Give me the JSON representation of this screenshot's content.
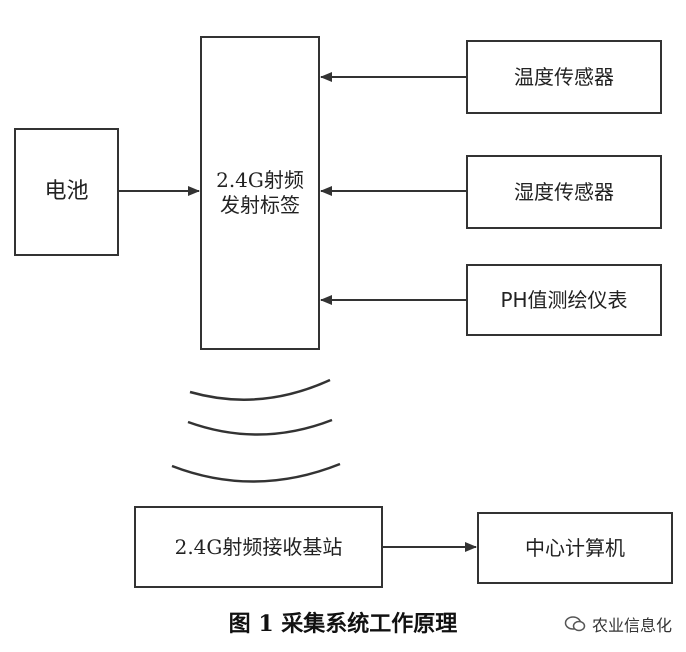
{
  "nodes": {
    "battery": "电池",
    "tag_line1": "2.4G射频",
    "tag_line2": "发射标签",
    "temp_sensor": "温度传感器",
    "humidity_sensor": "湿度传感器",
    "ph_meter": "PH值测绘仪表",
    "base_station": "2.4G射频接收基站",
    "central_computer": "中心计算机"
  },
  "caption": "图 1  采集系统工作原理",
  "watermark": "农业信息化"
}
